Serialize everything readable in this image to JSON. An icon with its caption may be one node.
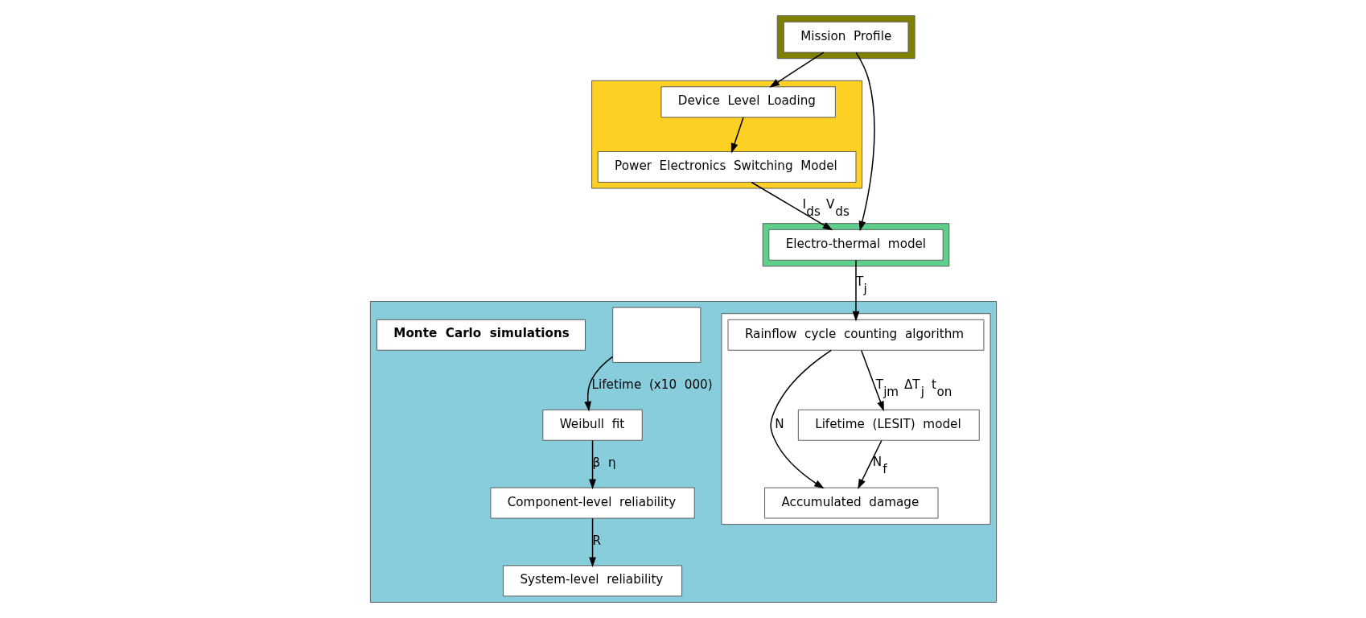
{
  "diagram": {
    "nodes": [
      {
        "text": [],
        "shape": "box"
      },
      {
        "text": [
          "Mission Profile"
        ],
        "in": 0
      },
      {
        "text": [],
        "shape": "box"
      },
      {
        "text": [
          "Device Level Loading"
        ],
        "in": 2
      },
      {
        "text": [
          "Power Electronics Switching Model"
        ],
        "in": 2
      },
      {
        "text": [],
        "shape": "box"
      },
      {
        "text": [
          "Electro-thermal model"
        ],
        "in": 5
      },
      {
        "text": [],
        "shape": "box"
      },
      {
        "text": [
          "System-level reliability"
        ],
        "in": 7
      },
      {
        "text": [
          "Component-level reliability"
        ],
        "in": 7
      },
      {
        "text": [
          "Weibull fit"
        ],
        "in": 7
      },
      {
        "text": [],
        "shape": "box",
        "in": 7
      },
      {
        "text": [
          "Monte Carlo simulations"
        ],
        "in": 7
      },
      {
        "text": [],
        "shape": "box",
        "in": 7
      },
      {
        "text": [
          "Accumulated damage"
        ],
        "in": 13
      },
      {
        "text": [
          "Rainflow cycle counting algorithm"
        ],
        "in": 13
      },
      {
        "text": [
          "Lifetime (LESIT) model"
        ],
        "in": 13
      }
    ],
    "edges": [
      {
        "from": 1,
        "to": 3,
        "arrow": "to"
      },
      {
        "from": 3,
        "to": 4,
        "arrow": "to"
      },
      {
        "from": 4,
        "to": 6,
        "arrow": "to",
        "label": "I$_{ds}$ V$_{ds}$"
      },
      {
        "from": 1,
        "to": 6,
        "arrow": "to"
      },
      {
        "from": 6,
        "to": 15,
        "arrow": "to",
        "label": "T$_{j}$"
      },
      {
        "from": 15,
        "to": 14,
        "arrow": "to",
        "label": "N"
      },
      {
        "from": 15,
        "to": 16,
        "arrow": "to",
        "label": "T$_{jm}$ ΔT$_{j}$ t$_{on}$"
      },
      {
        "from": 16,
        "to": 14,
        "arrow": "to",
        "label": "N$_{f}$"
      },
      {
        "from": 11,
        "to": 10,
        "arrow": "to",
        "label": "Lifetime (x10 000)"
      },
      {
        "from": 10,
        "to": 9,
        "arrow": "to",
        "label": "β η"
      },
      {
        "from": 9,
        "to": 8,
        "arrow": "to",
        "label": "R"
      }
    ]
  }
}
